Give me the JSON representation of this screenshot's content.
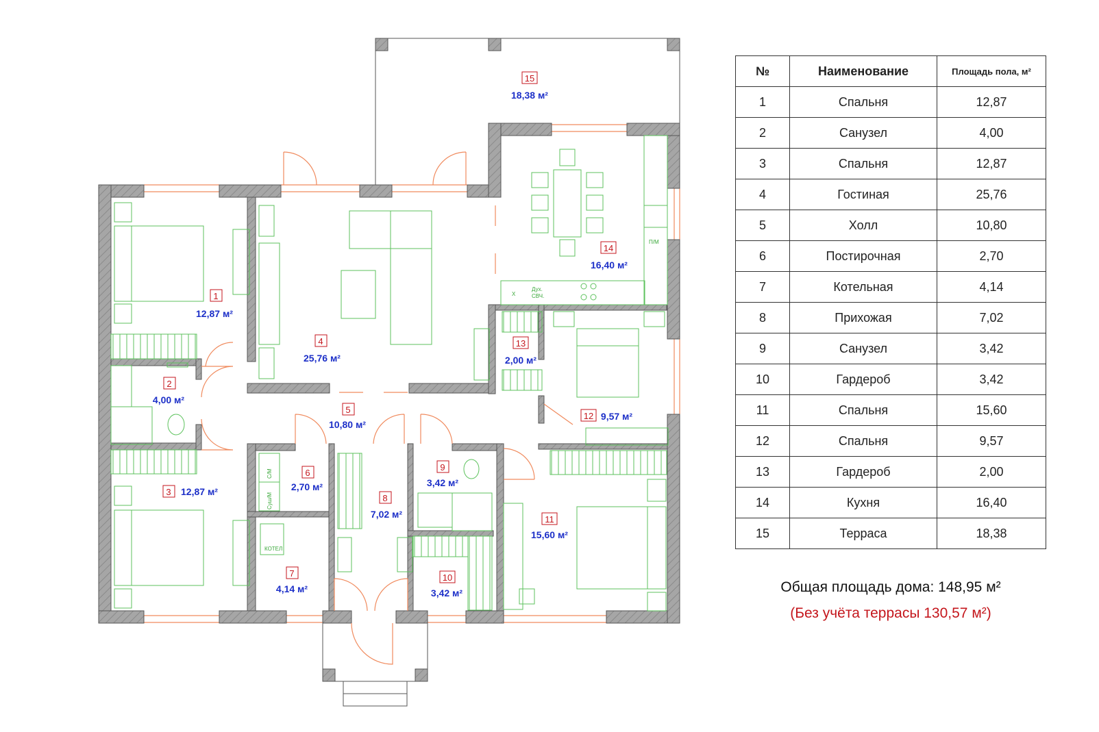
{
  "rooms": [
    {
      "num": "1",
      "area": "12,87 м²"
    },
    {
      "num": "2",
      "area": "4,00 м²"
    },
    {
      "num": "3",
      "area": "12,87 м²"
    },
    {
      "num": "4",
      "area": "25,76 м²"
    },
    {
      "num": "5",
      "area": "10,80 м²"
    },
    {
      "num": "6",
      "area": "2,70 м²"
    },
    {
      "num": "7",
      "area": "4,14 м²"
    },
    {
      "num": "8",
      "area": "7,02 м²"
    },
    {
      "num": "9",
      "area": "3,42 м²"
    },
    {
      "num": "10",
      "area": "3,42 м²"
    },
    {
      "num": "11",
      "area": "15,60 м²"
    },
    {
      "num": "12",
      "area": "9,57 м²"
    },
    {
      "num": "13",
      "area": "2,00 м²"
    },
    {
      "num": "14",
      "area": "16,40 м²"
    },
    {
      "num": "15",
      "area": "18,38 м²"
    }
  ],
  "appliance_labels": {
    "pm": "П/М",
    "x": "X",
    "oven": "Дух.",
    "mw": "СВЧ.",
    "sm": "С/М",
    "dryer": "Суш/М",
    "boiler": "КОТЕЛ"
  },
  "table": {
    "headers": {
      "num": "№",
      "name": "Наименование",
      "area": "Площадь пола, м²"
    },
    "rows": [
      {
        "num": "1",
        "name": "Спальня",
        "area": "12,87"
      },
      {
        "num": "2",
        "name": "Санузел",
        "area": "4,00"
      },
      {
        "num": "3",
        "name": "Спальня",
        "area": "12,87"
      },
      {
        "num": "4",
        "name": "Гостиная",
        "area": "25,76"
      },
      {
        "num": "5",
        "name": "Холл",
        "area": "10,80"
      },
      {
        "num": "6",
        "name": "Постирочная",
        "area": "2,70"
      },
      {
        "num": "7",
        "name": "Котельная",
        "area": "4,14"
      },
      {
        "num": "8",
        "name": "Прихожая",
        "area": "7,02"
      },
      {
        "num": "9",
        "name": "Санузел",
        "area": "3,42"
      },
      {
        "num": "10",
        "name": "Гардероб",
        "area": "3,42"
      },
      {
        "num": "11",
        "name": "Спальня",
        "area": "15,60"
      },
      {
        "num": "12",
        "name": "Спальня",
        "area": "9,57"
      },
      {
        "num": "13",
        "name": "Гардероб",
        "area": "2,00"
      },
      {
        "num": "14",
        "name": "Кухня",
        "area": "16,40"
      },
      {
        "num": "15",
        "name": "Терраса",
        "area": "18,38"
      }
    ]
  },
  "summary": {
    "total": "Общая площадь дома: 148,95 м²",
    "without_terrace": "(Без учёта террасы  130,57 м²)"
  },
  "colors": {
    "wall": "#9a9a9a",
    "furniture": "#5cc25c",
    "door": "#f08a5d",
    "number": "#c4161c",
    "area": "#1c2fc8"
  }
}
